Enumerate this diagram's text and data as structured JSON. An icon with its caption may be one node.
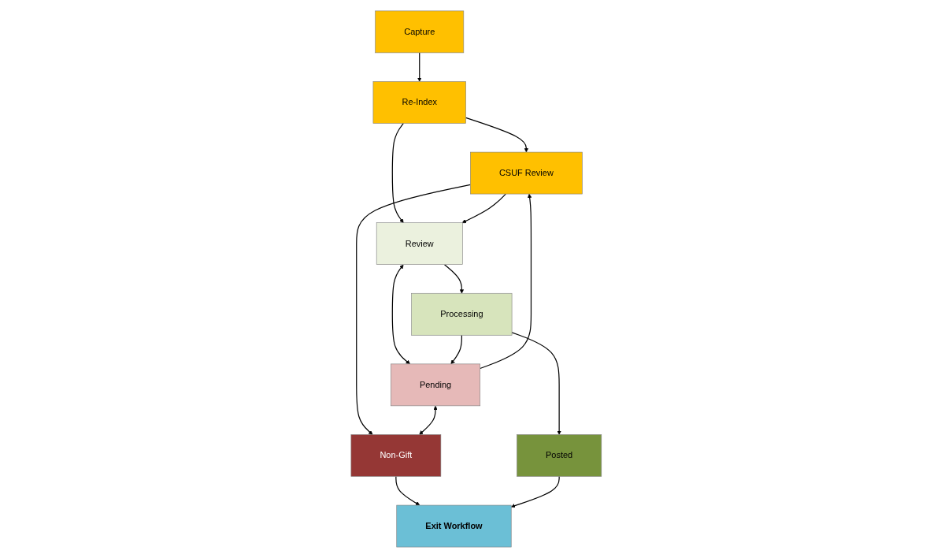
{
  "diagram": {
    "nodes": [
      {
        "text": [
          "Capture"
        ]
      },
      {
        "text": [
          "Re-Index"
        ]
      },
      {
        "text": [
          "CSUF Review"
        ]
      },
      {
        "text": [
          "Review"
        ]
      },
      {
        "text": [
          "Pending"
        ]
      },
      {
        "text": [
          "Non-Gift"
        ]
      },
      {
        "text": [
          "Processing"
        ]
      },
      {
        "text": [
          "Posted"
        ]
      },
      {
        "text": [
          "Exit Workflow"
        ]
      }
    ],
    "edges": [
      {
        "from": 0,
        "to": 1,
        "arrow": "to"
      },
      {
        "from": 1,
        "to": 2,
        "arrow": "to"
      },
      {
        "from": 1,
        "to": 3,
        "arrow": "to"
      },
      {
        "from": 2,
        "to": 3,
        "arrow": "to"
      },
      {
        "from": 2,
        "to": 5,
        "arrow": "to"
      },
      {
        "from": 3,
        "to": 4,
        "arrow": "both"
      },
      {
        "from": 4,
        "to": 2,
        "arrow": "to"
      },
      {
        "from": 4,
        "to": 5,
        "arrow": "both"
      },
      {
        "from": 3,
        "to": 6,
        "arrow": "to"
      },
      {
        "from": 6,
        "to": 4,
        "arrow": "to"
      },
      {
        "from": 6,
        "to": 7,
        "arrow": "to"
      },
      {
        "from": 5,
        "to": 8,
        "arrow": "to"
      },
      {
        "from": 7,
        "to": 8,
        "arrow": "to"
      }
    ]
  }
}
